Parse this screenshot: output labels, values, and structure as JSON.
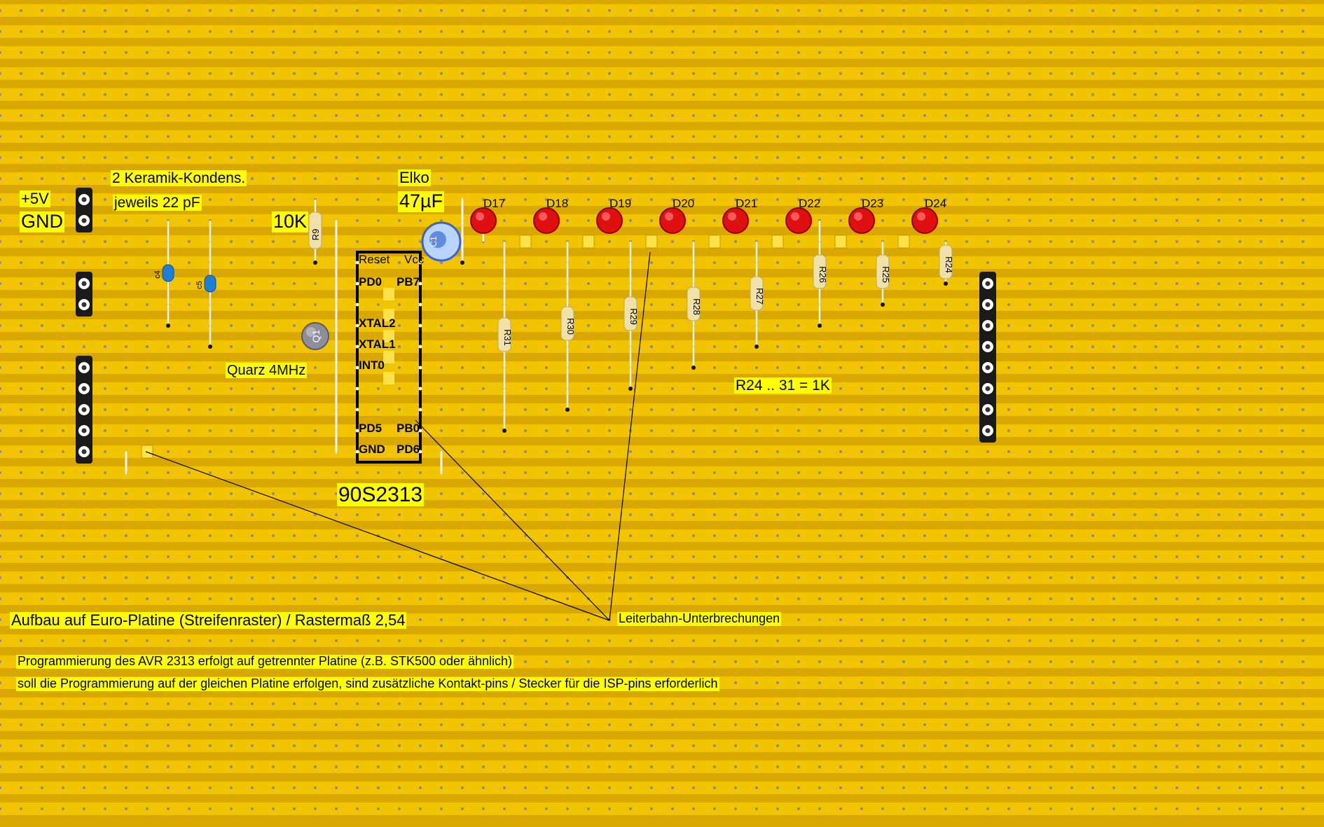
{
  "colors": {
    "board": "#d8a800",
    "strip": "#f2c400",
    "label_bg": "#ffff00",
    "led": "#e01010",
    "resistor": "#efe1a8",
    "header": "#1a1a1a",
    "chip_outline": "#000000"
  },
  "labels": {
    "plus5v": "+5V",
    "gnd": "GND",
    "cap_title": "2 Keramik-Kondens.",
    "cap_value": "jeweils  22 pF",
    "r9_value": "10K",
    "elko": "Elko",
    "elko_value": "47µF",
    "quarz": "Quarz 4MHz",
    "chip_name": "90S2313",
    "resistor_note": "R24 .. 31 = 1K",
    "board_note": "Aufbau auf Euro-Platine (Streifenraster) / Rastermaß 2,54",
    "cut_note": "Leiterbahn-Unterbrechungen",
    "prog_note_1": "Programmierung des AVR 2313 erfolgt auf getrennter Platine (z.B. STK500 oder ähnlich)",
    "prog_note_2": "soll die Programmierung auf der gleichen Platine erfolgen, sind zusätzliche Kontakt-pins / Stecker für die ISP-pins erforderlich"
  },
  "chip_pins": {
    "reset": "Reset",
    "vcc": "Vcc",
    "pd0": "PD0",
    "pb7": "PB7",
    "xtal2": "XTAL2",
    "xtal1": "XTAL1",
    "int0": "INT0",
    "pd5": "PD5",
    "pb0": "PB0",
    "gnd": "GND",
    "pd6": "PD6"
  },
  "components": {
    "r9": "R9",
    "c4": "c4",
    "c5": "c5",
    "quartz_mark": "Q1",
    "elko_mark": "C1"
  },
  "leds": [
    "D17",
    "D18",
    "D19",
    "D20",
    "D21",
    "D22",
    "D23",
    "D24"
  ],
  "resistors": [
    "R31",
    "R30",
    "R29",
    "R28",
    "R27",
    "R26",
    "R25",
    "R24"
  ]
}
